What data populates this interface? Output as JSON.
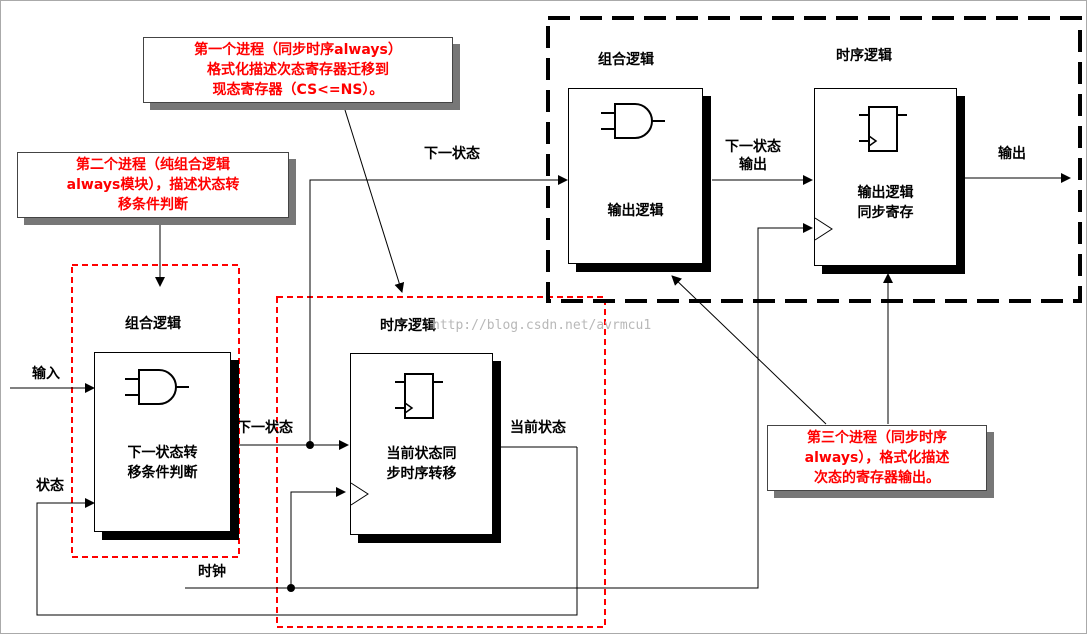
{
  "notes": {
    "process1": [
      "第一个进程（同步时序always）",
      "格式化描述次态寄存器迁移到",
      "现态寄存器（CS<=NS）。"
    ],
    "process2": [
      "第二个进程（纯组合逻辑",
      "always模块），描述状态转",
      "移条件判断"
    ],
    "process3": [
      "第三个进程（同步时序",
      "always），格式化描述",
      "次态的寄存器输出。"
    ]
  },
  "regions": {
    "combo_label": "组合逻辑",
    "seq_label": "时序逻辑",
    "out_combo_label": "组合逻辑",
    "out_seq_label": "时序逻辑"
  },
  "blocks": {
    "next_state_logic": [
      "下一状态转",
      "移条件判断"
    ],
    "state_register": [
      "当前状态同",
      "步时序转移"
    ],
    "output_logic": [
      "输出逻辑"
    ],
    "output_register": [
      "输出逻辑",
      "同步寄存"
    ]
  },
  "signals": {
    "input": "输入",
    "state": "状态",
    "clock": "时钟",
    "next_state_mid": "下一状态",
    "next_state_top": "下一状态",
    "current_state": "当前状态",
    "next_state_output": [
      "下一状态",
      "输出"
    ],
    "output": "输出"
  },
  "watermark": "http://blog.csdn.net/avrmcu1",
  "colors": {
    "note_text": "#ff0000",
    "dashed_red": "#ff0000",
    "dashed_black": "#000000"
  }
}
